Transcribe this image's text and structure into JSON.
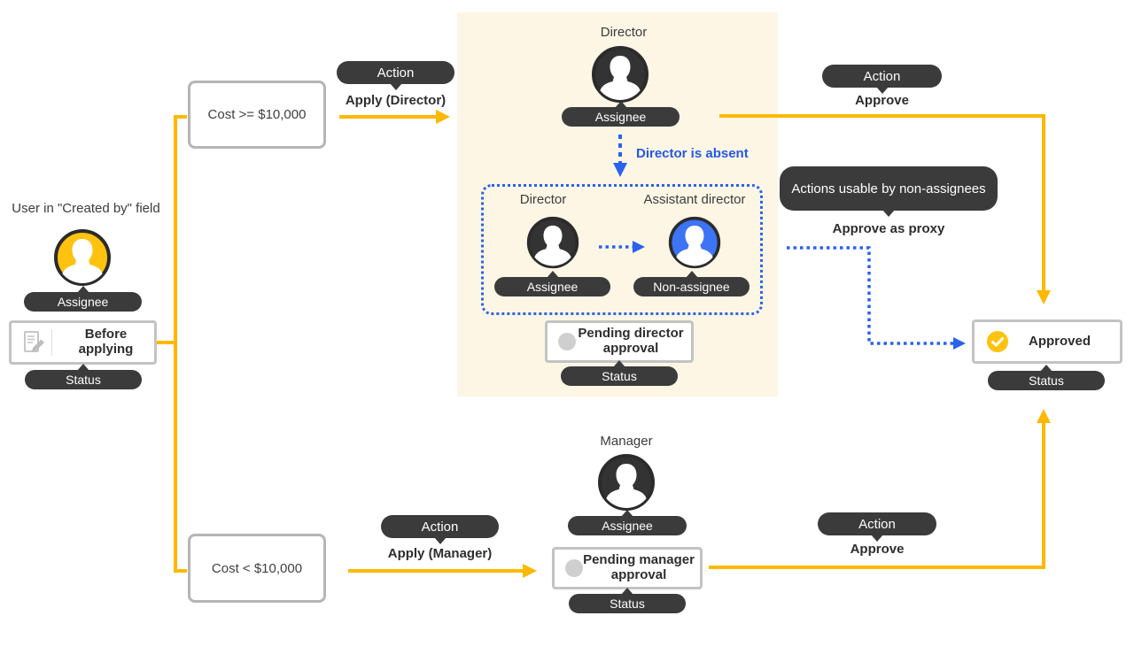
{
  "colors": {
    "flow_yellow": "#FFB800",
    "avatar_yellow": "#FFC20E",
    "flow_blue": "#2A62EE",
    "note_blue": "#2458E6",
    "avatar_blue": "#3D73F5",
    "badge_dark": "#3B3B3B",
    "panel_cream": "#FDF6E5",
    "approved_check_yellow": "#FFC20E",
    "pending_gray": "#CFCFCF"
  },
  "icons": {
    "person": "person-icon",
    "document_pencil": "document-pencil-icon",
    "check_circle": "check-circle-icon",
    "pending_dot": "pending-dot-icon"
  },
  "creator": {
    "caption": "User in \"Created by\" field",
    "role_badge": "Assignee",
    "status_box": "Before applying",
    "status_badge": "Status"
  },
  "branches": {
    "high_cost": "Cost >= $10,000",
    "low_cost": "Cost < $10,000"
  },
  "actions": {
    "apply_director": {
      "badge": "Action",
      "label": "Apply (Director)"
    },
    "approve_director": {
      "badge": "Action",
      "label": "Approve"
    },
    "proxy": {
      "badge": "Actions usable by non-assignees",
      "label": "Approve as proxy"
    },
    "apply_manager": {
      "badge": "Action",
      "label": "Apply (Manager)"
    },
    "approve_manager": {
      "badge": "Action",
      "label": "Approve"
    }
  },
  "director": {
    "role": "Director",
    "role_badge": "Assignee",
    "absence_note": "Director is absent",
    "absence_group": {
      "director_role": "Director",
      "director_badge": "Assignee",
      "assistant_role": "Assistant director",
      "assistant_badge": "Non-assignee"
    },
    "pending_box": "Pending director approval",
    "status_badge": "Status"
  },
  "manager": {
    "role": "Manager",
    "role_badge": "Assignee",
    "pending_box": "Pending manager approval",
    "status_badge": "Status"
  },
  "result": {
    "box": "Approved",
    "status_badge": "Status"
  }
}
